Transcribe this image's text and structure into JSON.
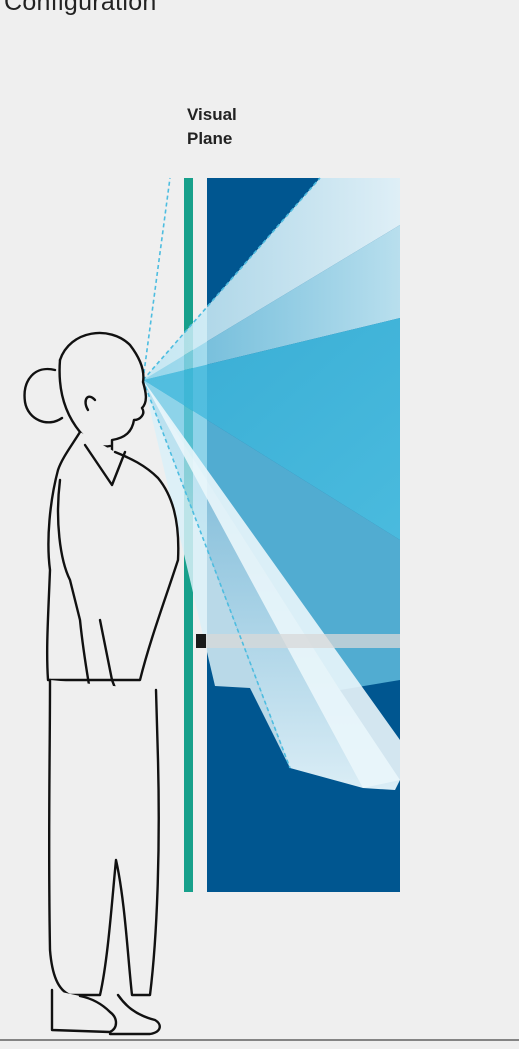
{
  "header": {
    "title": "Configuration"
  },
  "visual_plane": {
    "line1": "Visual",
    "line2": "Plane"
  },
  "colors": {
    "background": "#efefef",
    "display_panel": "#005690",
    "visual_plane_bar": "#17a08b",
    "view_cone": "#4dbde0",
    "outline": "#111111"
  }
}
